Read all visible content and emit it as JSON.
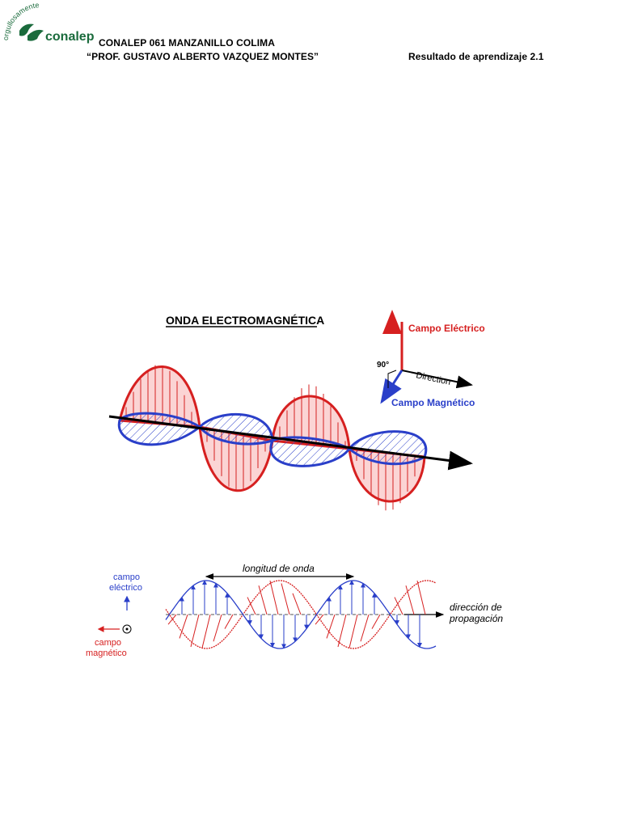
{
  "header": {
    "logo_arc_text": "orgullosamente",
    "logo_text": "conalep",
    "school_line": "CONALEP 061 MANZANILLO COLIMA",
    "teacher_line": "“PROF. GUSTAVO ALBERTO VAZQUEZ MONTES”",
    "result_line": "Resultado de aprendizaje 2.1"
  },
  "figure1": {
    "title": "ONDA ELECTROMAGNÉTICA",
    "electric_label": "Campo Eléctrico",
    "angle_label": "90°",
    "direction_label": "Direction",
    "magnetic_label": "Campo Magnético"
  },
  "figure2": {
    "wavelength_label": "longitud de onda",
    "electric_label_1": "campo",
    "electric_label_2": "eléctrico",
    "magnetic_label_1": "campo",
    "magnetic_label_2": "magnético",
    "propagation_label_1": "dirección de",
    "propagation_label_2": "propagación"
  },
  "colors": {
    "electric": "#d62020",
    "magnetic": "#2a3fc9",
    "logo_green": "#1a6b3c"
  }
}
